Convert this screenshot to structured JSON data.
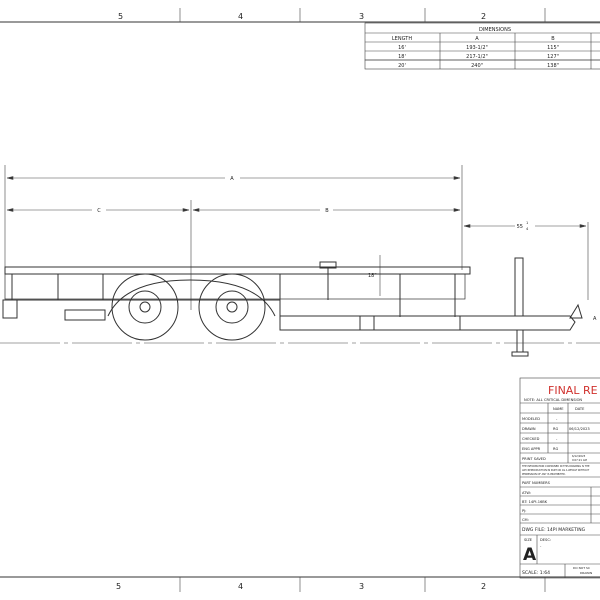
{
  "border": {
    "zones": [
      "5",
      "4",
      "3",
      "2"
    ]
  },
  "dimensions_table": {
    "title": "DIMENSIONS",
    "headers": [
      "LENGTH",
      "A",
      "B"
    ],
    "rows": [
      [
        "16'",
        "193-1/2\"",
        "115\""
      ],
      [
        "18'",
        "217-1/2\"",
        "127\""
      ],
      [
        "20'",
        "240\"",
        "138\""
      ]
    ]
  },
  "drawing": {
    "dim_a": "A",
    "dim_b": "B",
    "dim_c": "C",
    "dim_tongue_whole": "55",
    "dim_tongue_num": "1",
    "dim_tongue_den": "4",
    "dim_side_height": "18\"",
    "view_label": "A"
  },
  "title_block": {
    "status": "FINAL RE",
    "note": "NOTE: ALL CRITICAL DIMENSION",
    "col_name": "NAME",
    "col_date": "DATE",
    "rows": [
      {
        "label": "MODELED",
        "name": "-",
        "date": ""
      },
      {
        "label": "DRAWN",
        "name": "RG",
        "date": "06/12/2023"
      },
      {
        "label": "CHECKED",
        "name": "-",
        "date": ""
      },
      {
        "label": "ENG APPR",
        "name": "RG",
        "date": ""
      }
    ],
    "print_saved_label": "PRINT SAVED",
    "print_saved_value_1": "6/12/2023",
    "print_saved_value_2": "9:07:21 AM",
    "disclaimer_1": "THE INFORMATION CONTAINED IN THIS DRAWING IS THE",
    "disclaimer_2": "ANY REPRODUCTION IN PART OR AS A WHOLE WITHOUT",
    "disclaimer_3": "PERMISSION OF ANY IS PROHIBITED.",
    "part_numbers_label": "PART NUMBERS",
    "atw": "ATW:",
    "bt": "BT: 14PI-16BK",
    "pj": "PJ:",
    "cm": "CM:",
    "dwg_file": "DWG FILE: 14PI MARKETING",
    "size_label": "SIZE",
    "size_value": "A",
    "desc_label": "DESC:",
    "desc_value": "-",
    "scale": "SCALE: 1:64",
    "do_not_scale_1": "DO NOT SC",
    "do_not_scale_2": "DRAWIN",
    "accent_color": "#d0312d"
  }
}
